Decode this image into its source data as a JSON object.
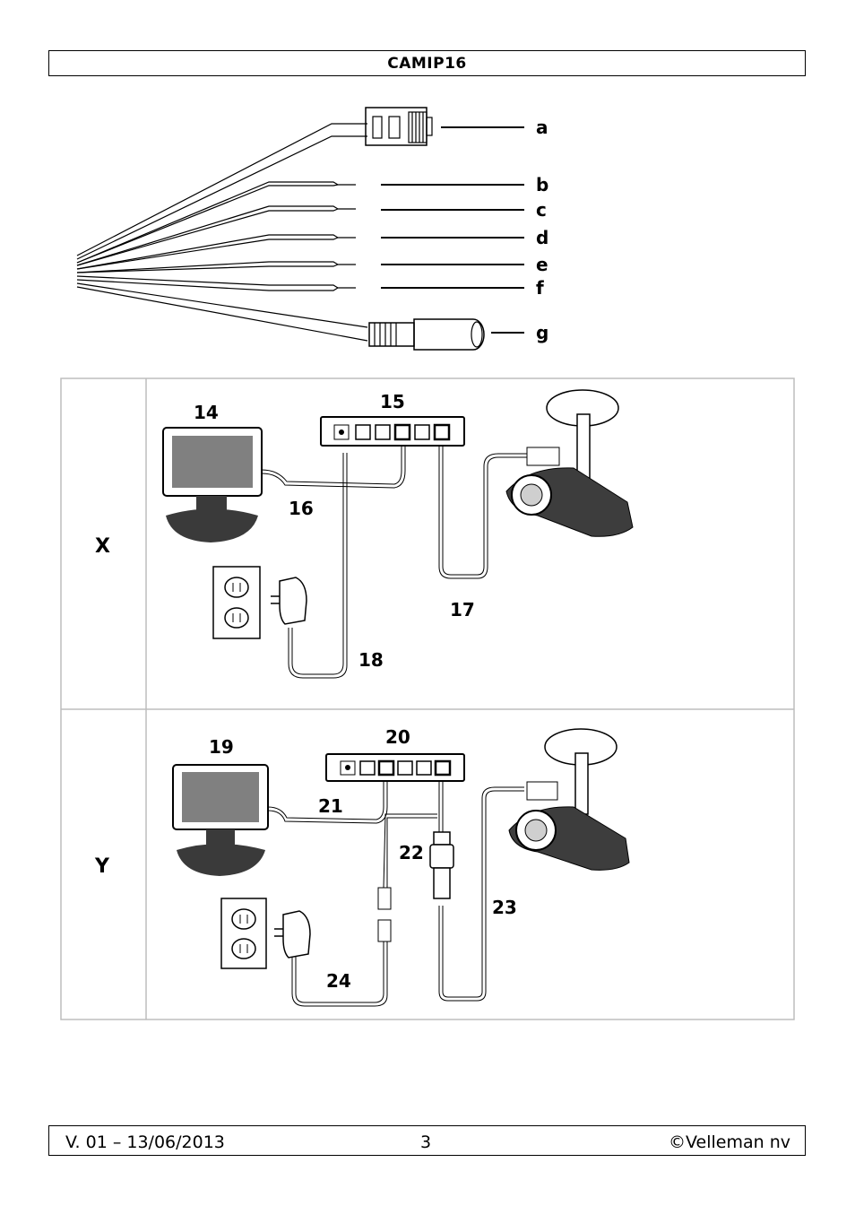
{
  "header": {
    "title": "CAMIP16"
  },
  "cable_labels": [
    "a",
    "b",
    "c",
    "d",
    "e",
    "f",
    "g"
  ],
  "table": {
    "row_x": {
      "label": "X",
      "numbers": [
        "14",
        "15",
        "16",
        "17",
        "18"
      ]
    },
    "row_y": {
      "label": "Y",
      "numbers": [
        "19",
        "20",
        "21",
        "22",
        "23",
        "24"
      ]
    }
  },
  "footer": {
    "version": "V. 01 – 13/06/2013",
    "page": "3",
    "copyright": "©Velleman nv"
  }
}
